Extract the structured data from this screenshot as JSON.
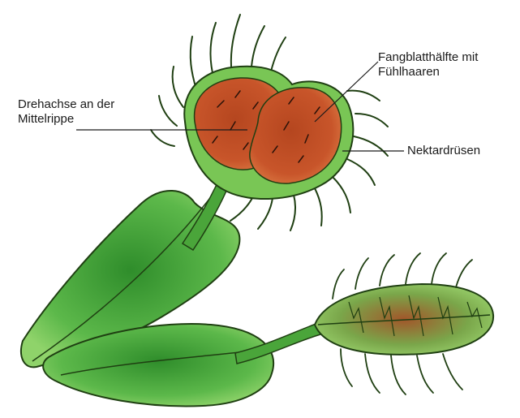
{
  "labels": {
    "drehachse": [
      "Drehachse an der",
      "Mittelrippe"
    ],
    "fangblatt": [
      "Fangblatthälfte mit",
      "Fühlhaaren"
    ],
    "nektar": "Nektardrüsen"
  },
  "colors": {
    "leaf_light": "#8fd36a",
    "leaf_dark": "#2e8a2a",
    "trap_red": "#c8552a",
    "trap_dark_red": "#9a3a1c",
    "outline": "#1f3f12"
  }
}
